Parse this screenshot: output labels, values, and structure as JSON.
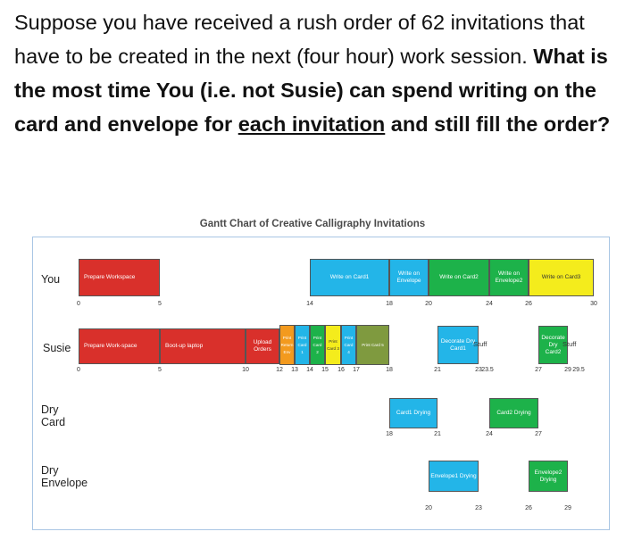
{
  "question": {
    "plain": "Suppose you have received a rush order of 62 invitations that have to be created in the next (four hour) work session. ",
    "bold_before": "What is the most time You (i.e. not Susie) can spend writing on the card and envelope for ",
    "bold_underlined": "each invitation",
    "bold_after": " and still fill the order?"
  },
  "chart": {
    "title": "Gantt Chart of Creative Calligraphy Invitations",
    "rows": {
      "you": "You",
      "susie": "Susie",
      "dry_card": "Dry\nCard",
      "dry_envelope": "Dry\nEnvelope"
    },
    "colors": {
      "red": "#d9302b",
      "cyan": "#23b5e8",
      "green": "#1db24a",
      "yellow": "#f4ec1c",
      "orange": "#f39a1e",
      "olive": "#7f9a3f"
    },
    "stuff_label": "Stuff"
  },
  "chart_data": {
    "type": "gantt",
    "title": "Gantt Chart of Creative Calligraphy Invitations",
    "rows": [
      "You",
      "Susie",
      "Dry Card",
      "Dry Envelope"
    ],
    "tasks": [
      {
        "row": "You",
        "label": "Prepare Workspace",
        "start": 0,
        "end": 5,
        "color": "red"
      },
      {
        "row": "You",
        "label": "Write on Card1",
        "start": 14,
        "end": 18,
        "color": "cyan"
      },
      {
        "row": "You",
        "label": "Write on Envelope",
        "start": 18,
        "end": 20,
        "color": "cyan"
      },
      {
        "row": "You",
        "label": "Write on Card2",
        "start": 20,
        "end": 24,
        "color": "green"
      },
      {
        "row": "You",
        "label": "Write on Envelope2",
        "start": 24,
        "end": 26,
        "color": "green"
      },
      {
        "row": "You",
        "label": "Write on Card3",
        "start": 26,
        "end": 30,
        "color": "yellow"
      },
      {
        "row": "Susie",
        "label": "Prepare Work-space",
        "start": 0,
        "end": 5,
        "color": "red"
      },
      {
        "row": "Susie",
        "label": "Boot-up laptop",
        "start": 5,
        "end": 10,
        "color": "red"
      },
      {
        "row": "Susie",
        "label": "Upload Orders",
        "start": 10,
        "end": 12,
        "color": "red"
      },
      {
        "row": "Susie",
        "label": "Print Return Env",
        "start": 12,
        "end": 13,
        "color": "orange"
      },
      {
        "row": "Susie",
        "label": "Print Card 1",
        "start": 13,
        "end": 14,
        "color": "cyan"
      },
      {
        "row": "Susie",
        "label": "Print Card 2",
        "start": 14,
        "end": 15,
        "color": "green"
      },
      {
        "row": "Susie",
        "label": "Print Card 3",
        "start": 15,
        "end": 16,
        "color": "yellow"
      },
      {
        "row": "Susie",
        "label": "Print Card 4",
        "start": 16,
        "end": 17,
        "color": "cyan"
      },
      {
        "row": "Susie",
        "label": "Print Card 5",
        "start": 17,
        "end": 18,
        "color": "olive"
      },
      {
        "row": "Susie",
        "label": "Decorate Dry Card1",
        "start": 21,
        "end": 23,
        "color": "cyan"
      },
      {
        "row": "Susie",
        "label": "Stuff",
        "start": 23,
        "end": 23.5,
        "color": "cyan"
      },
      {
        "row": "Susie",
        "label": "Decorate Dry Card2",
        "start": 27,
        "end": 29,
        "color": "green"
      },
      {
        "row": "Susie",
        "label": "Stuff",
        "start": 29,
        "end": 29.5,
        "color": "green"
      },
      {
        "row": "Dry Card",
        "label": "Card1 Drying",
        "start": 18,
        "end": 21,
        "color": "cyan"
      },
      {
        "row": "Dry Card",
        "label": "Card2 Drying",
        "start": 24,
        "end": 27,
        "color": "green"
      },
      {
        "row": "Dry Envelope",
        "label": "Envelope1 Drying",
        "start": 20,
        "end": 23,
        "color": "cyan"
      },
      {
        "row": "Dry Envelope",
        "label": "Envelope2 Drying",
        "start": 26,
        "end": 29,
        "color": "green"
      }
    ],
    "tick_labels": {
      "You": [
        "0",
        "5",
        "14",
        "18",
        "20",
        "24",
        "26",
        "30"
      ],
      "Susie": [
        "0",
        "5",
        "10",
        "12",
        "13",
        "14",
        "15",
        "16",
        "17",
        "18",
        "21",
        "23",
        "23.5",
        "27",
        "29",
        "29.5"
      ],
      "Dry Card": [
        "18",
        "21",
        "24",
        "27"
      ],
      "Dry Envelope": [
        "20",
        "23",
        "26",
        "29"
      ]
    }
  }
}
